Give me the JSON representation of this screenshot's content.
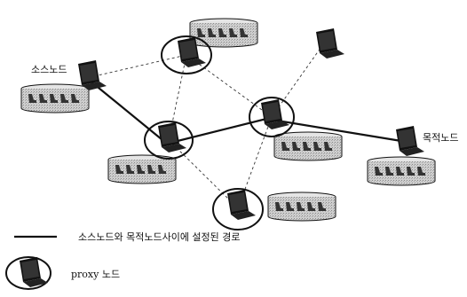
{
  "diagram": {
    "labels": {
      "source_node": "소스노드",
      "destination_node": "목적노드"
    },
    "legend": {
      "path_label": "소스노드와 목적노드사이에 설정된 경로",
      "proxy_label": "proxy 노드"
    }
  }
}
